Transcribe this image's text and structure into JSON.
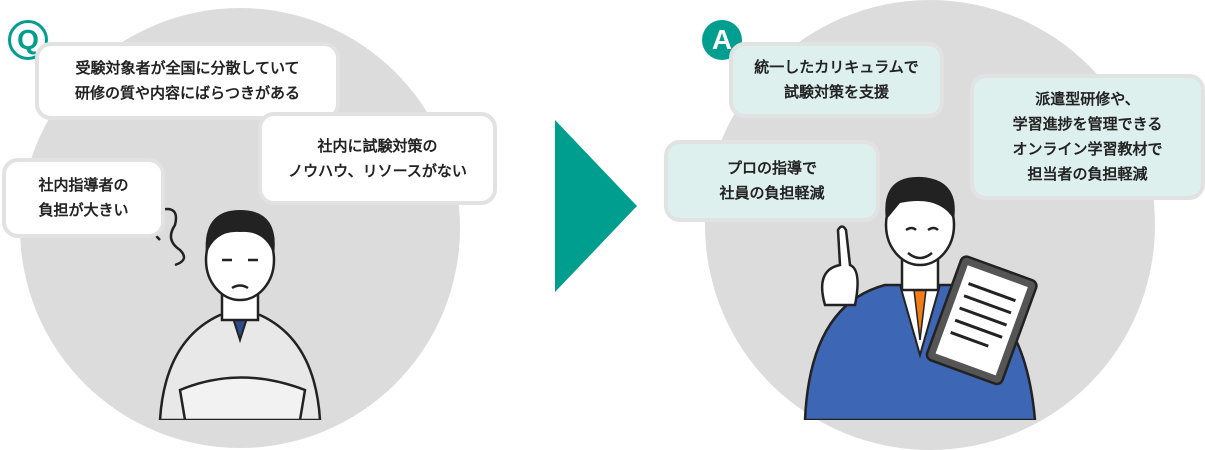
{
  "question": {
    "badge": "Q",
    "bubbles": [
      "受験対象者が全国に分散していて\n研修の質や内容にばらつきがある",
      "社内に試験対策の\nノウハウ、リソースがない",
      "社内指導者の\n負担が大きい"
    ]
  },
  "answer": {
    "badge": "A",
    "bubbles": [
      "統一したカリキュラムで\n試験対策を支援",
      "派遣型研修や、\n学習進捗を管理できる\nオンライン学習教材で\n担当者の負担軽減",
      "プロの指導で\n社員の負担軽減"
    ]
  },
  "colors": {
    "accent": "#009e8f",
    "circle": "#dcdcdc",
    "answer_bubble": "#def0ee"
  }
}
